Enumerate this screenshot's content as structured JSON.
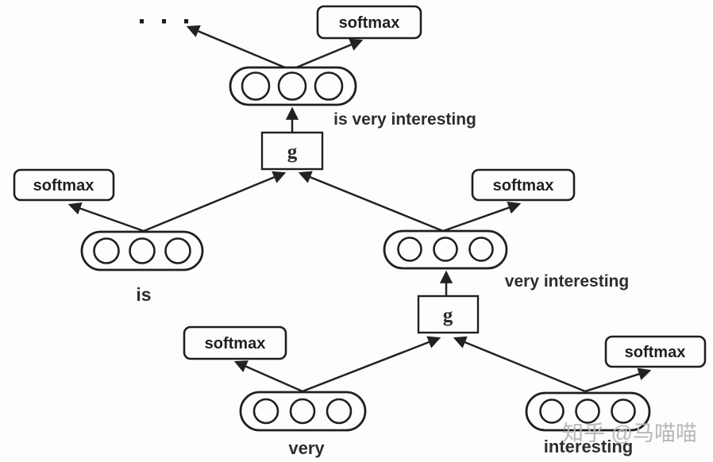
{
  "labels": {
    "softmax": "softmax",
    "g": "g",
    "ellipsis": "· · ·"
  },
  "phrases": {
    "root": "is very interesting",
    "left_leaf": "is",
    "middle_node": "very interesting",
    "bottom_left_leaf": "very",
    "bottom_right_leaf": "interesting"
  },
  "watermark": "知乎 @马喵喵",
  "colors": {
    "line": "#222222",
    "box_stroke": "#1f1f1f",
    "phrase_text": "#2b2d31",
    "watermark_text": "#b9b9b9",
    "background": "#fdfdfd"
  }
}
